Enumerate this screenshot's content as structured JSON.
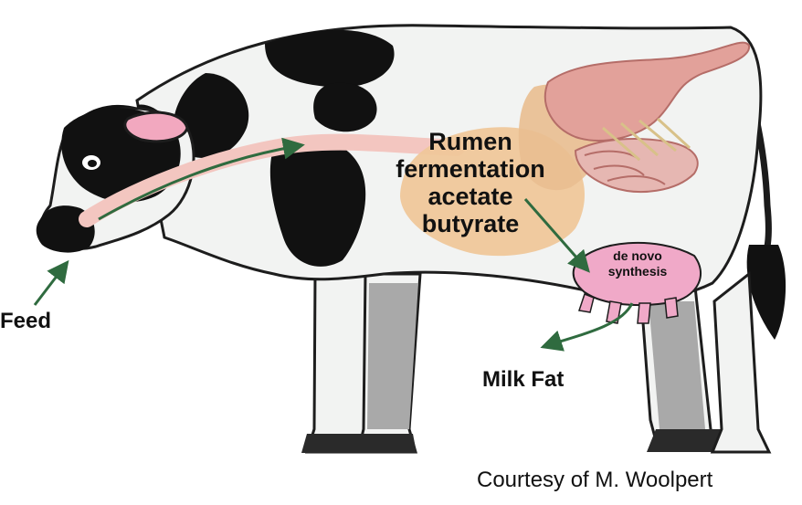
{
  "labels": {
    "rumen_line1": "Rumen",
    "rumen_line2": "fermentation",
    "rumen_line3": "acetate",
    "rumen_line4": "butyrate",
    "feed": "Feed",
    "milk_fat": "Milk Fat",
    "de_novo_line1": "de novo",
    "de_novo_line2": "synthesis",
    "credit": "Courtesy of M. Woolpert"
  },
  "colors": {
    "arrow": "#2f6b3f",
    "body_white": "#f2f3f2",
    "spots": "#111111",
    "rumen": "#efc79a",
    "udder": "#f0a9c8",
    "esophagus": "#f3c6c0",
    "intestine": "#e2a19a",
    "legs_gray": "#a9a9a9",
    "hooves": "#2a2a2a"
  }
}
